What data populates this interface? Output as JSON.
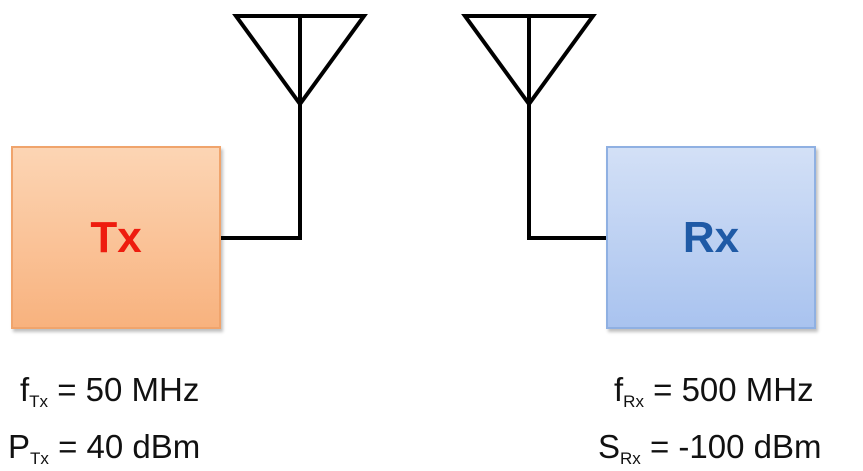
{
  "transmitter": {
    "label": "Tx",
    "frequency": {
      "symbol": "f",
      "subscript": "Tx",
      "value": "= 50 MHz"
    },
    "power": {
      "symbol": "P",
      "subscript": "Tx",
      "value": "= 40 dBm"
    }
  },
  "receiver": {
    "label": "Rx",
    "frequency": {
      "symbol": "f",
      "subscript": "Rx",
      "value": "= 500 MHz"
    },
    "sensitivity": {
      "symbol": "S",
      "subscript": "Rx",
      "value": "= -100 dBm"
    }
  },
  "colors": {
    "tx_fill": "#f8b27e",
    "tx_text": "#ee1c0e",
    "rx_fill": "#a9c3ef",
    "rx_text": "#1f5aa6",
    "wire": "#000000"
  }
}
